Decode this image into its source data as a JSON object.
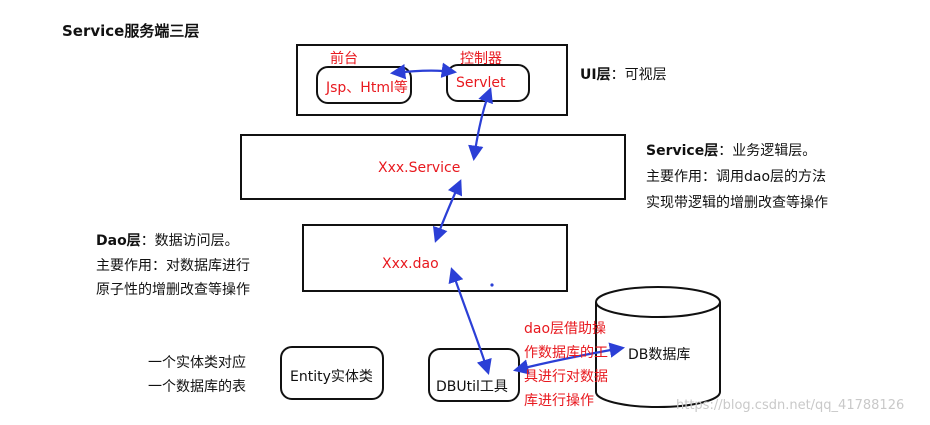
{
  "title": "Service服务端三层",
  "ui_layer": {
    "front_label": "前台",
    "controller_label": "控制器",
    "jsp_text": "Jsp、Html等",
    "servlet_text": "Servlet",
    "desc_bold": "UI层",
    "desc_rest": "：可视层"
  },
  "service_layer": {
    "box_text": "Xxx.Service",
    "desc_bold": "Service层",
    "desc_rest": "：业务逻辑层。",
    "desc_line2": "主要作用：调用dao层的方法",
    "desc_line3": "实现带逻辑的增删改查等操作"
  },
  "dao_layer": {
    "box_text": "Xxx.dao",
    "desc_bold": "Dao层",
    "desc_rest": "：数据访问层。",
    "desc_line2": "主要作用：对数据库进行",
    "desc_line3": "原子性的增删改查等操作"
  },
  "entity": {
    "note_line1": "一个实体类对应",
    "note_line2": "一个数据库的表",
    "box_text": "Entity实体类"
  },
  "dbutil": {
    "box_text": "DBUtil工具",
    "note_lines": [
      "dao层借助操",
      "作数据库的工",
      "具进行对数据",
      "库进行操作"
    ]
  },
  "database": {
    "label": "DB数据库"
  },
  "watermark": "https://blog.csdn.net/qq_41788126",
  "colors": {
    "arrow": "#2b3fd6",
    "annotation": "#e8191f"
  }
}
